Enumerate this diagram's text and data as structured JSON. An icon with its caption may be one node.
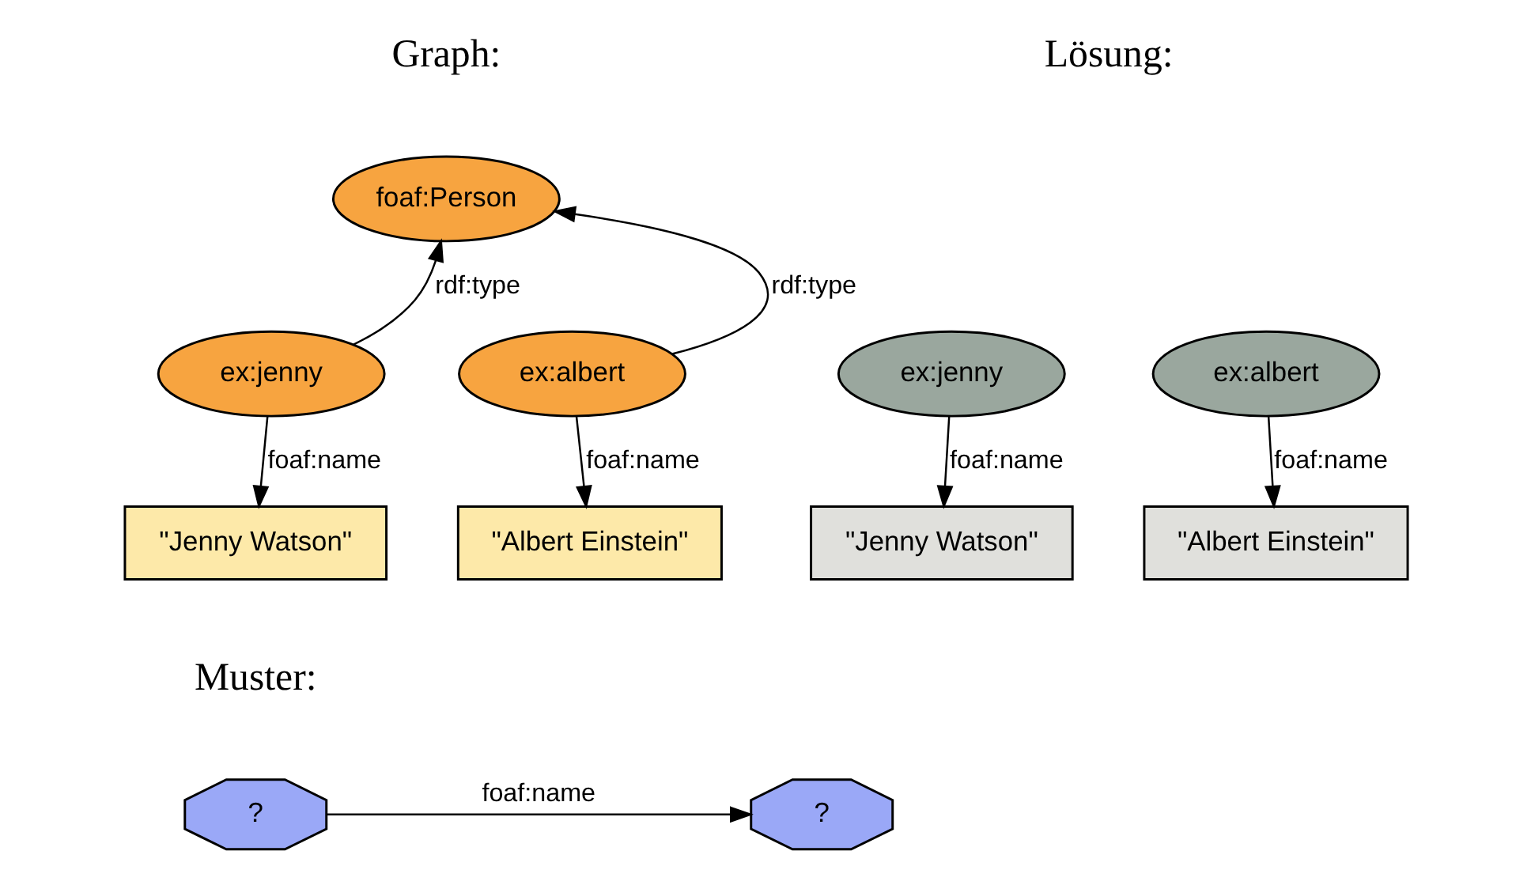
{
  "diagram": {
    "nodes": [
      {
        "text": [
          "foaf:Person"
        ]
      },
      {
        "text": [
          "ex:jenny"
        ]
      },
      {
        "text": [
          "ex:albert"
        ]
      },
      {
        "text": [
          "\"Jenny Watson\""
        ]
      },
      {
        "text": [
          "\"Albert Einstein\""
        ]
      },
      {
        "text": [
          "ex:jenny"
        ]
      },
      {
        "text": [
          "ex:albert"
        ]
      },
      {
        "text": [
          "\"Jenny Watson\""
        ]
      },
      {
        "text": [
          "\"Albert Einstein\""
        ]
      },
      {
        "text": [
          "?"
        ]
      },
      {
        "text": [
          "?"
        ]
      }
    ],
    "edges": [
      {
        "from": 1,
        "to": 0,
        "arrow": "to",
        "label": "rdf:type"
      },
      {
        "from": 2,
        "to": 0,
        "arrow": "to",
        "label": "rdf:type"
      },
      {
        "from": 1,
        "to": 3,
        "arrow": "to",
        "label": "foaf:name"
      },
      {
        "from": 2,
        "to": 4,
        "arrow": "to",
        "label": "foaf:name"
      },
      {
        "from": 5,
        "to": 7,
        "arrow": "to",
        "label": "foaf:name"
      },
      {
        "from": 6,
        "to": 8,
        "arrow": "to",
        "label": "foaf:name"
      },
      {
        "from": 9,
        "to": 10,
        "arrow": "to",
        "label": "foaf:name"
      }
    ],
    "labels": [
      "Graph:",
      "Lösung:",
      "Muster:"
    ]
  }
}
